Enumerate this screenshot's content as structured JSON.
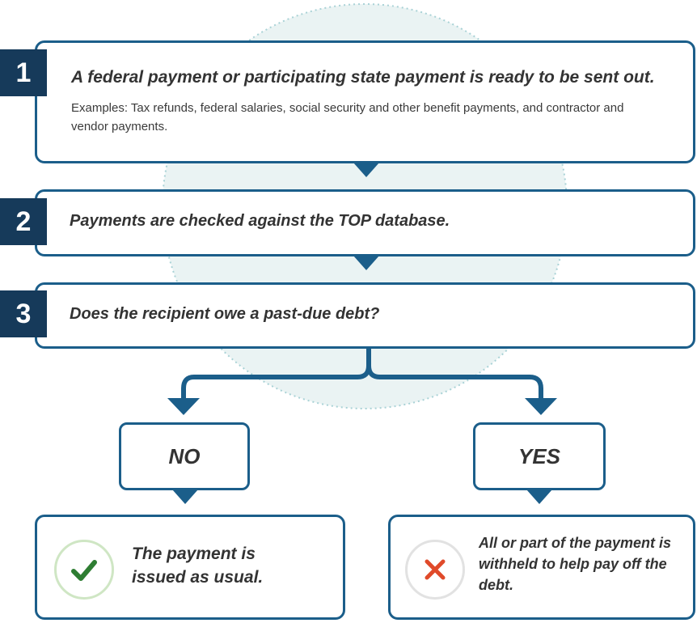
{
  "colors": {
    "box_border": "#1b5e8a",
    "number_badge": "#163a5a",
    "background_circle": "#eaf3f3",
    "check": "#2e7d32",
    "cross": "#e04a2a"
  },
  "steps": [
    {
      "number": "1",
      "text": "A federal payment or participating state payment is ready to be sent out.",
      "subtext": "Examples: Tax refunds, federal salaries, social security and other benefit payments, and contractor and vendor payments."
    },
    {
      "number": "2",
      "text": "Payments are checked against the TOP database."
    },
    {
      "number": "3",
      "text": "Does the recipient owe a past-due debt?"
    }
  ],
  "answers": {
    "no": "NO",
    "yes": "YES"
  },
  "results": {
    "no": {
      "text": "The payment is issued as usual.",
      "icon": "checkmark-icon"
    },
    "yes": {
      "text": "All or part of the payment is withheld to help pay off the debt.",
      "icon": "x-mark-icon"
    }
  }
}
